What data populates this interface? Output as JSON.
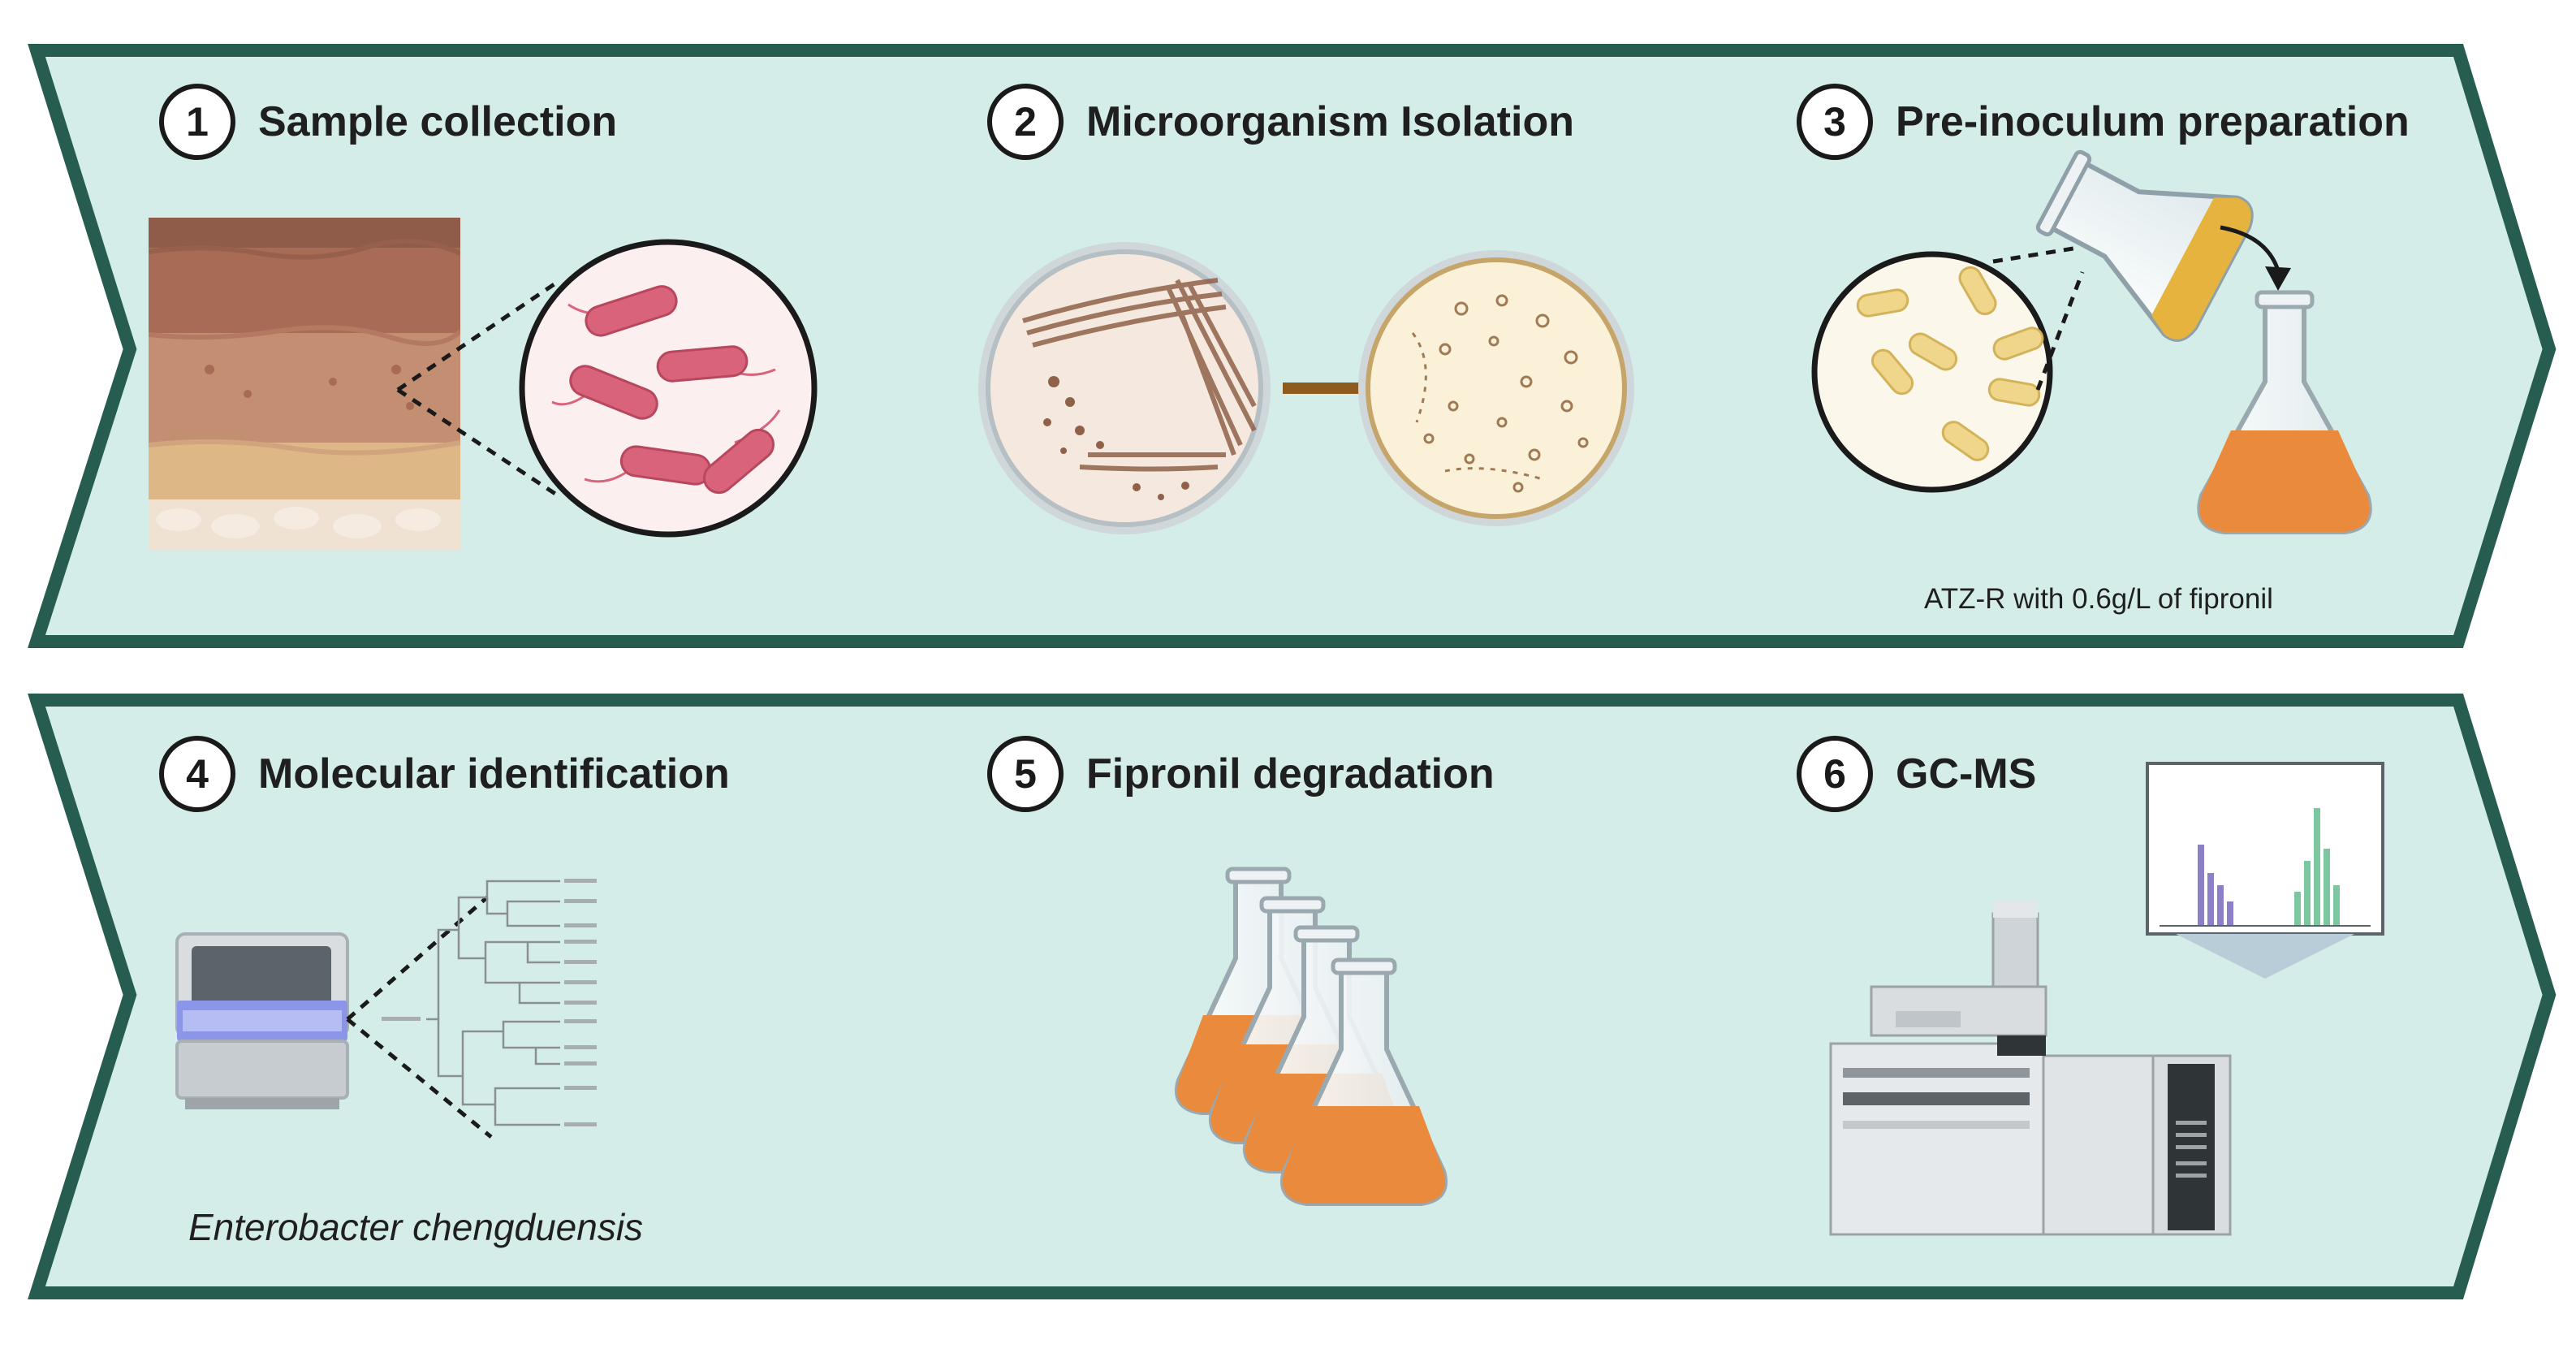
{
  "colors": {
    "panel_fill": "#d4ede9",
    "panel_border": "#275c50",
    "soil_top": "#8f5c4a",
    "bacteria_pink": "#d9637a",
    "bacteria_yellow": "#efd68a",
    "culture_orange": "#e98a3c",
    "petri_brown": "#8f6149",
    "chromatogram_purple": "#8c7fc7",
    "chromatogram_green": "#7cc7a0"
  },
  "rows": [
    {
      "steps": [
        {
          "number": "1",
          "title": "Sample collection",
          "icon": "soil-sample-icon"
        },
        {
          "number": "2",
          "title": "Microorganism Isolation",
          "icon": "petri-dish-icon"
        },
        {
          "number": "3",
          "title": "Pre-inoculum preparation",
          "icon": "flask-icon"
        }
      ],
      "caption": "ATZ-R with 0.6g/L of fipronil"
    },
    {
      "steps": [
        {
          "number": "4",
          "title": "Molecular identification",
          "icon": "sequencer-icon"
        },
        {
          "number": "5",
          "title": "Fipronil degradation",
          "icon": "flask-series-icon"
        },
        {
          "number": "6",
          "title": "GC-MS",
          "icon": "gc-ms-instrument-icon"
        }
      ],
      "caption": "Enterobacter chengduensis"
    }
  ]
}
